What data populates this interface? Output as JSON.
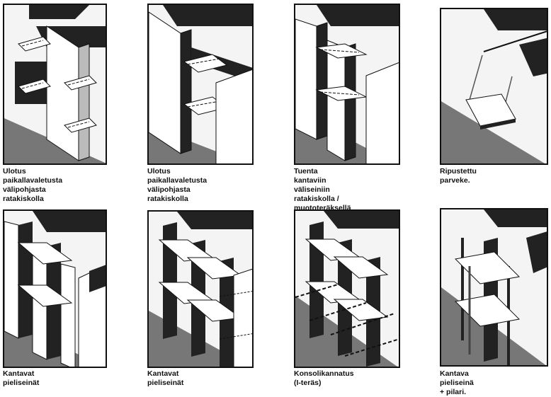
{
  "panels": [
    {
      "caption": "Ulotus paikallavaletusta\nvälipohjasta ratakiskolla",
      "icon": "cantilever-cast-in-place-rails"
    },
    {
      "caption": "Ulotus paikallavaletusta\nvälipohjasta ratakiskolla",
      "icon": "cantilever-cast-in-place-rails-wall"
    },
    {
      "caption": "Tuenta kantaviin väliseiniin\nratakiskolla / muototeräksellä",
      "icon": "support-bearing-walls"
    },
    {
      "caption": "Ripustettu parveke.",
      "icon": "suspended-balcony"
    },
    {
      "caption": "Kantavat pieliseinät",
      "icon": "bearing-side-walls"
    },
    {
      "caption": "Kantavat pieliseinät",
      "icon": "bearing-side-walls-grid"
    },
    {
      "caption": "Konsolikannatus (I-teräs)",
      "icon": "console-support-i-beam"
    },
    {
      "caption": "Kantava pieliseinä + pilari.",
      "icon": "side-wall-and-column"
    }
  ]
}
